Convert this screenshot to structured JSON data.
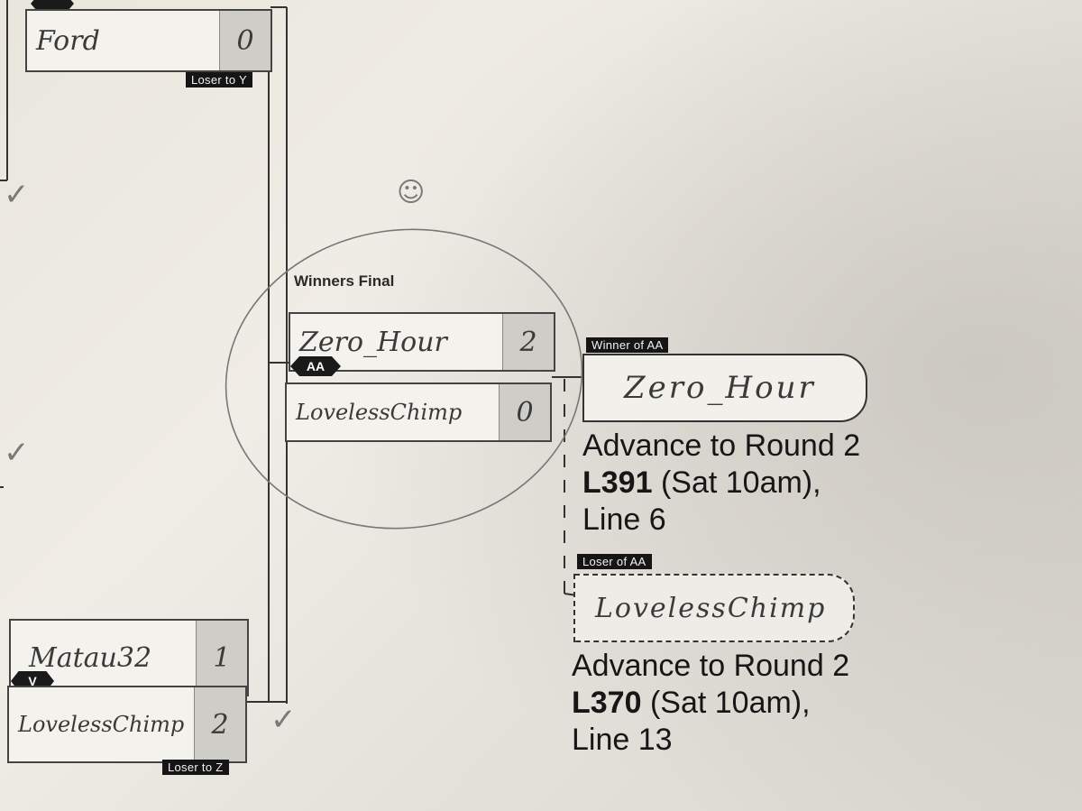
{
  "bracket": {
    "top_match": {
      "player": "Ford",
      "score": "0",
      "loser_tag": "Loser to Y"
    },
    "winners_final": {
      "title": "Winners Final",
      "match_code": "AA",
      "player1": {
        "name": "Zero_Hour",
        "score": "2"
      },
      "player2": {
        "name": "LovelessChimp",
        "score": "0"
      }
    },
    "winner_result": {
      "tag": "Winner of AA",
      "name": "Zero_Hour",
      "line1": "Advance to Round 2",
      "code": "L391",
      "time": " (Sat 10am),",
      "line3": "Line 6"
    },
    "loser_result": {
      "tag": "Loser of AA",
      "name": "LovelessChimp",
      "line1": "Advance to Round 2",
      "code": "L370",
      "time": " (Sat 10am),",
      "line3": "Line 13"
    },
    "bottom_match": {
      "match_code": "V",
      "player1": {
        "name": "Matau32",
        "score": "1"
      },
      "player2": {
        "name": "LovelessChimp",
        "score": "2"
      },
      "loser_tag": "Loser to Z"
    }
  },
  "marks": {
    "check": "✓",
    "doodle": "☺"
  },
  "colors": {
    "paper": "#ecE9e2",
    "ink": "#1d1d1d",
    "tag_bg": "#151515",
    "score_bg": "#cfcdc7"
  }
}
